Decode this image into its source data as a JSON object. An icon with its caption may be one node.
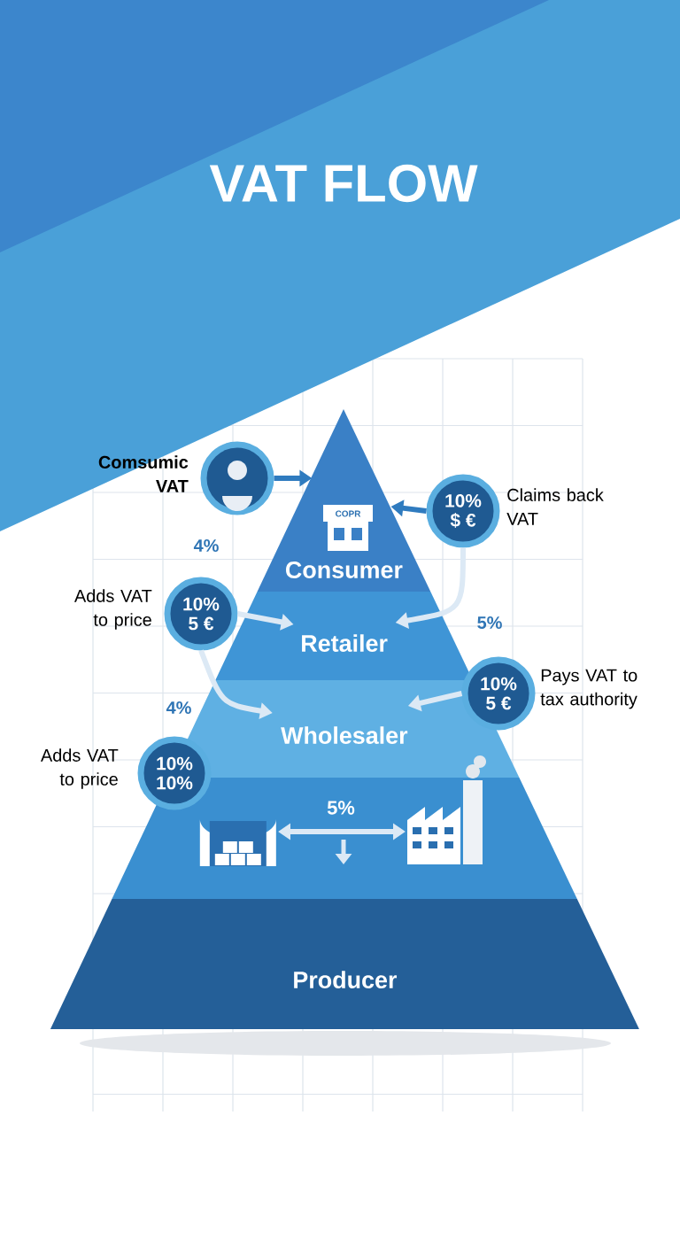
{
  "diagram": {
    "title": "VAT FLOW",
    "nodes": [
      {
        "text": [
          "Consumer"
        ]
      },
      {
        "text": [
          "Retailer"
        ]
      },
      {
        "text": [
          "Wholesaler"
        ]
      },
      {
        "text": [],
        "shape": "bar"
      },
      {
        "text": [
          "Producer"
        ]
      },
      {
        "text": [],
        "shape": "circle",
        "beside": [
          "Comsumic VAT"
        ]
      },
      {
        "text": [
          "10%",
          "$ €"
        ],
        "beside": [
          "Claims back VAT"
        ]
      },
      {
        "text": [
          "10%",
          "5 €"
        ],
        "beside": [
          "Adds VAT to price"
        ]
      },
      {
        "text": [
          "10%",
          "5 €"
        ],
        "beside": [
          "Pays VAT to tax authority"
        ]
      },
      {
        "text": [
          "10%",
          "10%"
        ],
        "beside": [
          "Adds VAT to price"
        ]
      },
      {
        "text": [],
        "shape": "picture",
        "in": 3
      },
      {
        "text": [],
        "shape": "picture"
      }
    ],
    "edges": [
      {
        "from": 5,
        "to": 0,
        "arrow": "to",
        "color": "#2f7bbf"
      },
      {
        "from": 6,
        "to": 0,
        "arrow": "to",
        "color": "#2f7bbf"
      },
      {
        "from": 7,
        "to": 1,
        "arrow": "to"
      },
      {
        "from": 6,
        "to": 1,
        "arrow": "to"
      },
      {
        "from": 7,
        "to": 2,
        "arrow": "to"
      },
      {
        "from": 8,
        "to": 2,
        "arrow": "to"
      },
      {
        "from": 10,
        "to": 11,
        "arrow": "both",
        "label": "5%"
      }
    ],
    "labels": [
      "4%",
      "5%",
      "4%",
      "COPR"
    ]
  }
}
